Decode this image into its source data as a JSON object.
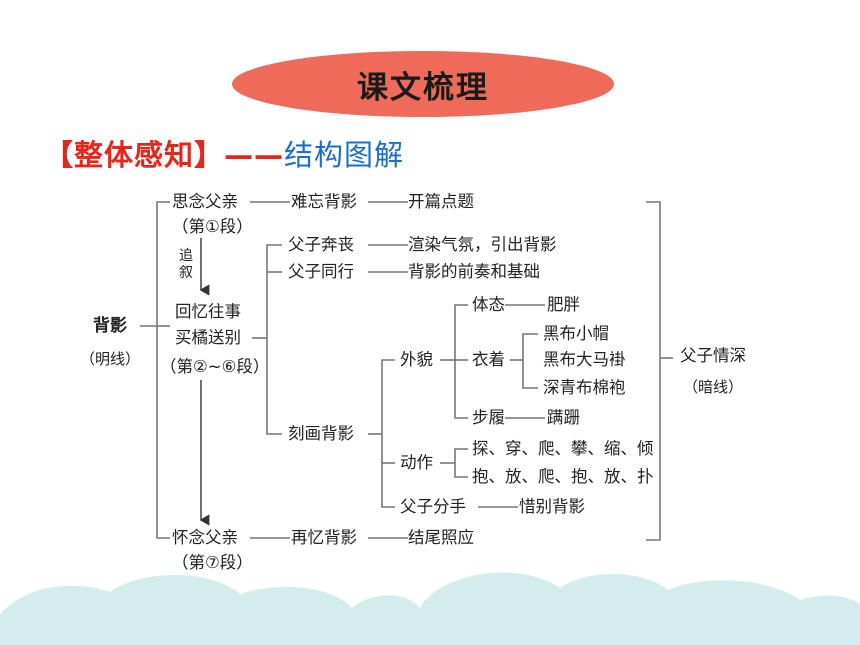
{
  "title": "课文梳理",
  "heading": {
    "bracket_text": "【整体感知】",
    "dash": "——",
    "topic": "结构图解"
  },
  "diagram": {
    "root": "背影",
    "root_note": "（明线）",
    "right": "父子情深",
    "right_note": "（暗线）",
    "part1": {
      "label": "思念父亲",
      "sub": "（第①段）",
      "step": "难忘背影",
      "end": "开篇点题"
    },
    "flashback": "追叙",
    "part2": {
      "label1": "回忆往事",
      "label2": "买橘送别",
      "sub": "（第②~⑥段）",
      "row1_a": "父子奔丧",
      "row1_b": "渲染气氛，引出背影",
      "row2_a": "父子同行",
      "row2_b": "背影的前奏和基础",
      "portray": "刻画背影",
      "appearance": "外貌",
      "posture": "体态",
      "posture_detail": "肥胖",
      "clothing": "衣着",
      "clothing_items": [
        "黑布小帽",
        "黑布大马褂",
        "深青布棉袍"
      ],
      "gait": "步履",
      "gait_detail": "蹒跚",
      "action": "动作",
      "action_row1": "探、穿、爬、攀、缩、倾",
      "action_row2": "抱、放、爬、抱、放、扑",
      "parting": "父子分手",
      "parting_detail": "惜别背影"
    },
    "part3": {
      "label": "怀念父亲",
      "sub": "（第⑦段）",
      "step": "再忆背影",
      "end": "结尾照应"
    }
  },
  "colors": {
    "title_pill": "#ee6a59",
    "heading_red": "#e4261d",
    "heading_blue": "#1a6fd0",
    "cloud": "#d4ecec",
    "line": "#777777"
  }
}
